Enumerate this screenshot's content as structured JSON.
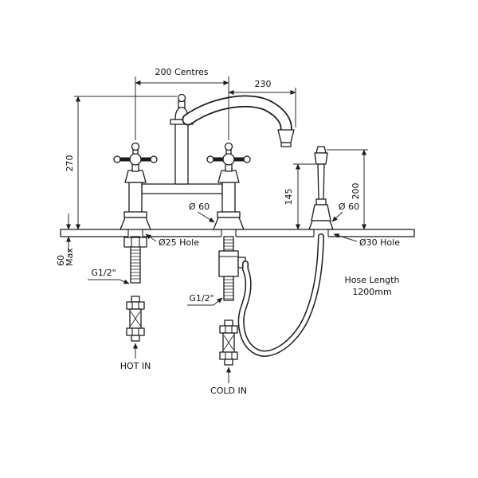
{
  "drawing": {
    "dim_centres": "200 Centres",
    "dim_reach": "230",
    "dim_overall_height": "270",
    "dim_spray_height": "145",
    "dim_spout_height": "200",
    "dim_base_dia_tap": "Ø 60",
    "dim_base_dia_spray": "Ø 60",
    "dim_hole_tap": "Ø25 Hole",
    "dim_hole_spray": "Ø30 Hole",
    "dim_deck_thickness": "60",
    "dim_deck_thickness_suffix": "Max",
    "thread_hot": "G1/2\"",
    "thread_cold": "G1/2\"",
    "hose_length_line1": "Hose Length",
    "hose_length_line2": "1200mm",
    "label_hot": "HOT IN",
    "label_cold": "COLD IN"
  }
}
